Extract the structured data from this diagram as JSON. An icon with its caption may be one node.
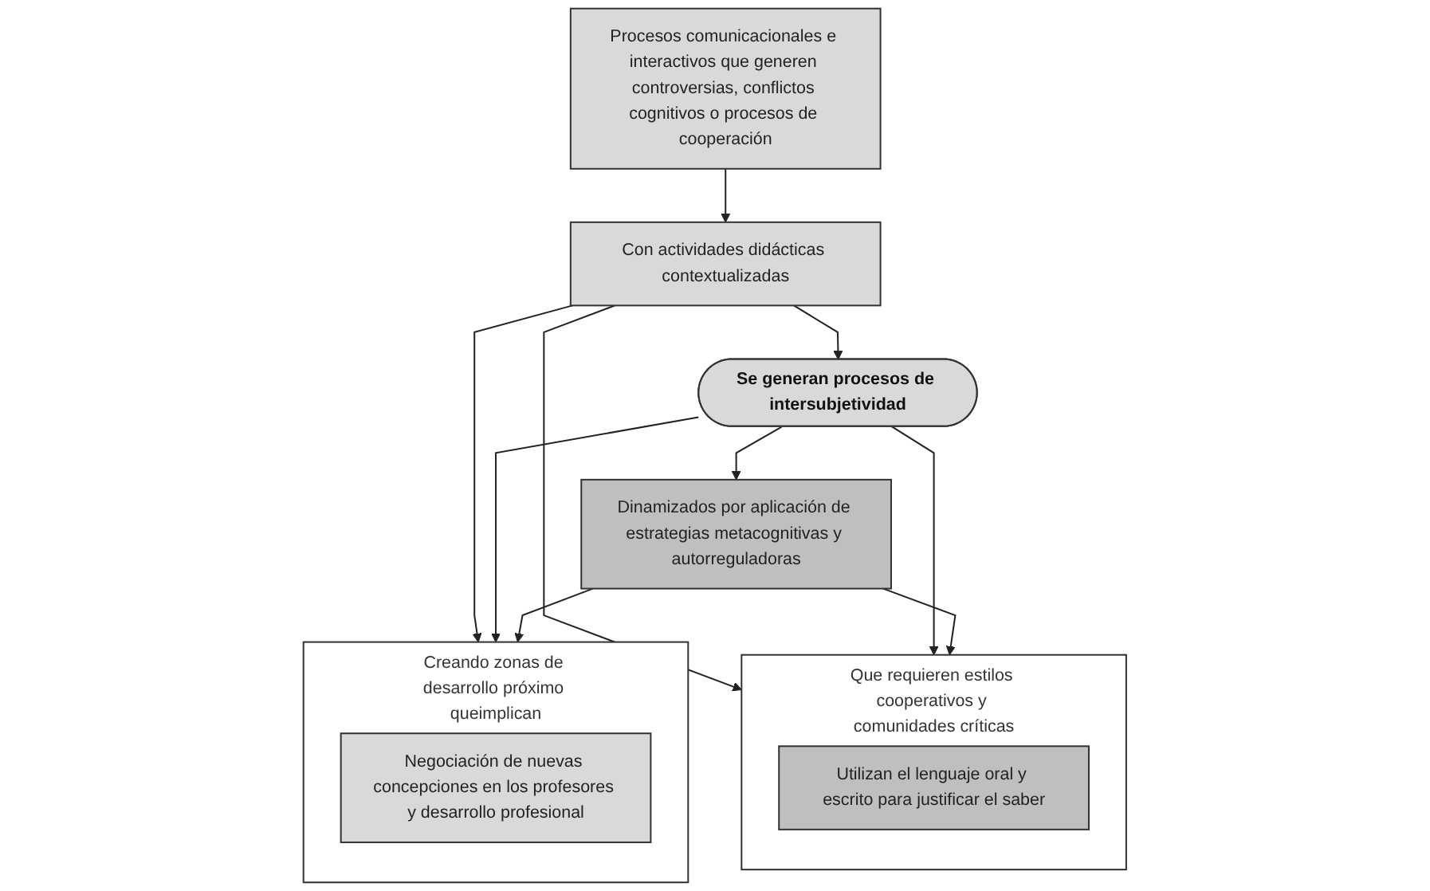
{
  "diagram": {
    "nodes": [
      {
        "text": [
          "Procesos comunicacionales e interactivos que generen controversias, conflictos cognitivos o procesos de cooperación"
        ]
      },
      {
        "text": [
          "Con actividades didácticas contextualizadas"
        ]
      },
      {
        "text": [
          "Creando zonas de desarrollo próximo queimplican"
        ]
      },
      {
        "text": [
          "Negociación de nuevas concepciones en los profesores y desarrollo profesional"
        ],
        "in": 2
      },
      {
        "text": [
          "Se generan procesos de intersubjetividad"
        ]
      },
      {
        "text": [
          "Que requieren estilos cooperativos y comunidades críticas"
        ]
      },
      {
        "text": [
          "Utilizan el lenguaje oral y escrito para justificar el saber"
        ],
        "in": 5
      },
      {
        "text": [
          "Dinamizados por aplicación de estrategias metacognitivas y autorreguladoras"
        ]
      }
    ],
    "edges": [
      {
        "from": 0,
        "to": 1,
        "arrow": "to"
      },
      {
        "from": 1,
        "to": 2,
        "arrow": "to"
      },
      {
        "from": 1,
        "to": 4,
        "arrow": "to"
      },
      {
        "from": 1,
        "to": 5,
        "arrow": "to"
      },
      {
        "from": 4,
        "to": 2,
        "arrow": "to"
      },
      {
        "from": 4,
        "to": 5,
        "arrow": "to"
      },
      {
        "from": 4,
        "to": 7,
        "arrow": "to"
      },
      {
        "from": 7,
        "to": 2,
        "arrow": "to"
      },
      {
        "from": 7,
        "to": 5,
        "arrow": "to"
      }
    ]
  }
}
